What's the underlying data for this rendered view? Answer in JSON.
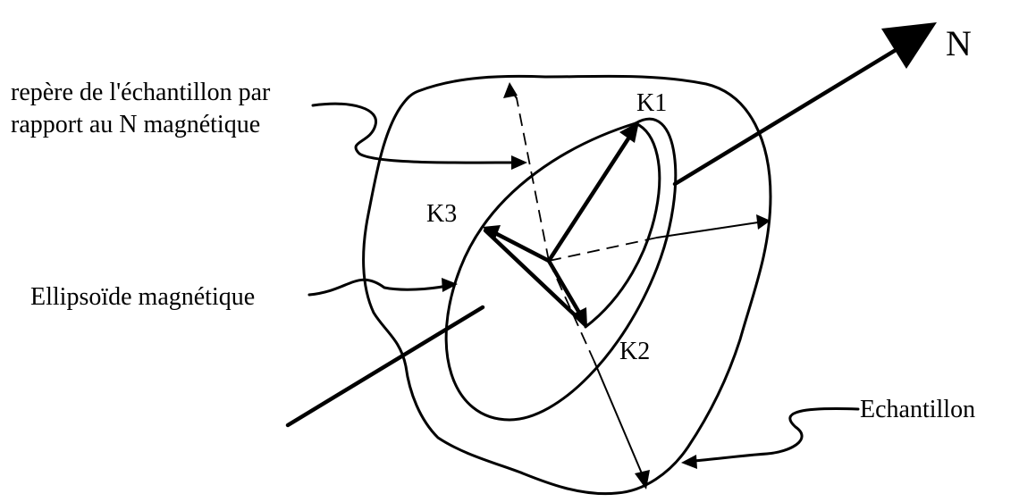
{
  "labels": {
    "north": "N",
    "k1": "K1",
    "k2": "K2",
    "k3": "K3",
    "frame_line1": "repère de l'échantillon par",
    "frame_line2": "rapport au N magnétique",
    "ellipsoid": "Ellipsoïde magnétique",
    "sample": "Echantillon"
  },
  "colors": {
    "ink": "#000000",
    "background": "#ffffff"
  }
}
